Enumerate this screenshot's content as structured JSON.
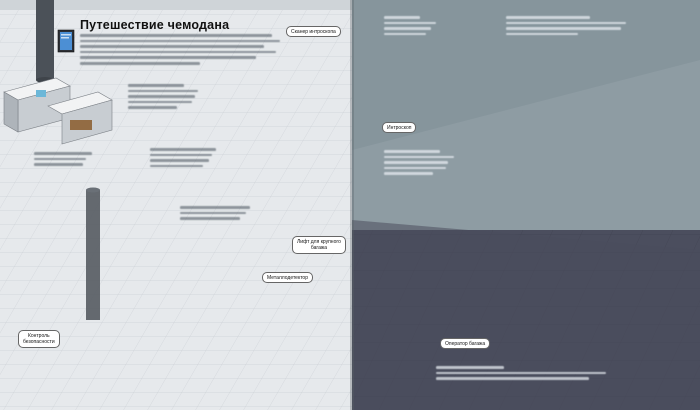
{
  "title": "Путешествие чемодана",
  "labels": {
    "scanner": "Сканер интроскопа",
    "control": "Контроль\nбезопасности",
    "elevator": "Лифт для крупного\nбагажа",
    "detector": "Металлодетектор",
    "introscope": "Интроскоп",
    "operator": "Оператор багажа"
  },
  "colors": {
    "floor_left": "#e4e7ea",
    "wall_right": "#5b6a74",
    "floor_right": "#4a4a5a",
    "belt": "#3b3f46",
    "accent_blue": "#3b6fb5",
    "hivis": "#d8e23a"
  }
}
